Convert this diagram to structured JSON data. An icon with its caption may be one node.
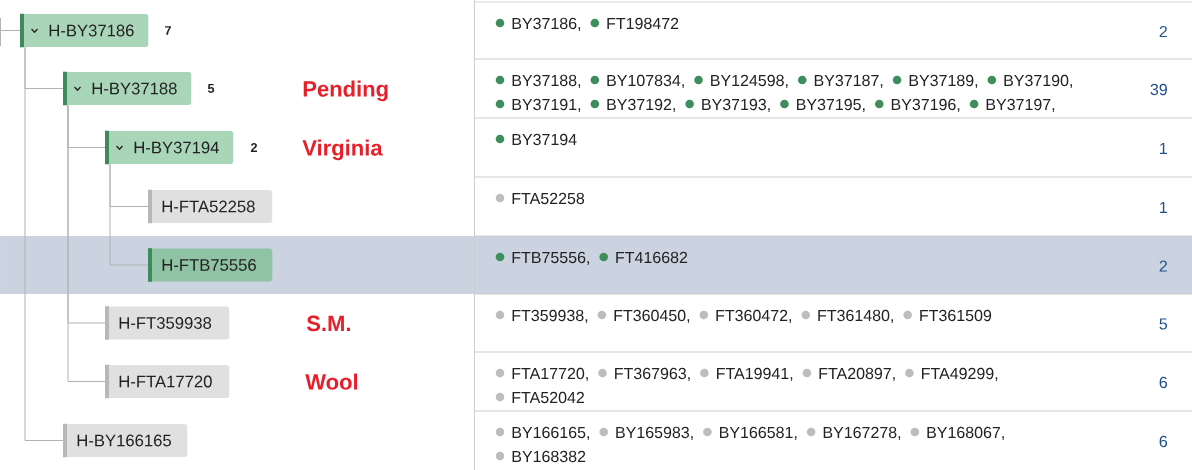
{
  "diagram": {
    "nodes": [
      {
        "text": [
          "H-BY37186"
        ],
        "beside": [
          "7"
        ]
      },
      {
        "text": [
          "H-BY37188"
        ],
        "beside": [
          "5"
        ]
      },
      {
        "text": [
          "H-BY37194"
        ],
        "beside": [
          "2"
        ]
      },
      {
        "text": [
          "H-FTA52258"
        ]
      },
      {
        "text": [
          "H-FTB75556"
        ]
      },
      {
        "text": [
          "H-FT359938"
        ]
      },
      {
        "text": [
          "H-FTA17720"
        ]
      },
      {
        "text": [
          "H-BY166165"
        ]
      }
    ],
    "edges": [
      {
        "from": null,
        "to": 0,
        "arrow": "none"
      },
      {
        "from": 0,
        "to": 1,
        "arrow": "none"
      },
      {
        "from": 1,
        "to": 2,
        "arrow": "none"
      },
      {
        "from": 2,
        "to": 3,
        "arrow": "none"
      },
      {
        "from": 2,
        "to": 4,
        "arrow": "none"
      },
      {
        "from": 1,
        "to": 5,
        "arrow": "none"
      },
      {
        "from": 1,
        "to": 6,
        "arrow": "none"
      },
      {
        "from": 0,
        "to": 7,
        "arrow": "none"
      }
    ],
    "labels": [
      "BY37186,",
      "FT198472",
      "2",
      "Pending",
      "BY37188,",
      "BY107834,",
      "BY124598,",
      "BY37187,",
      "BY37189,",
      "BY37190,",
      "BY37191,",
      "BY37192,",
      "BY37193,",
      "BY37195,",
      "BY37196,",
      "BY37197,",
      "39",
      "Virginia",
      "BY37194",
      "1",
      "FTA52258",
      "1",
      "FTB75556,",
      "FT416682",
      "2",
      "S.M.",
      "FT359938,",
      "FT360450,",
      "FT360472,",
      "FT361480,",
      "FT361509",
      "5",
      "Wool",
      "FTA17720,",
      "FT367963,",
      "FTA19941,",
      "FTA20897,",
      "FTA49299,",
      "FTA52042",
      "6",
      "BY166165,",
      "BY165983,",
      "BY166581,",
      "BY167278,",
      "BY168067,",
      "BY168382",
      "6"
    ]
  }
}
